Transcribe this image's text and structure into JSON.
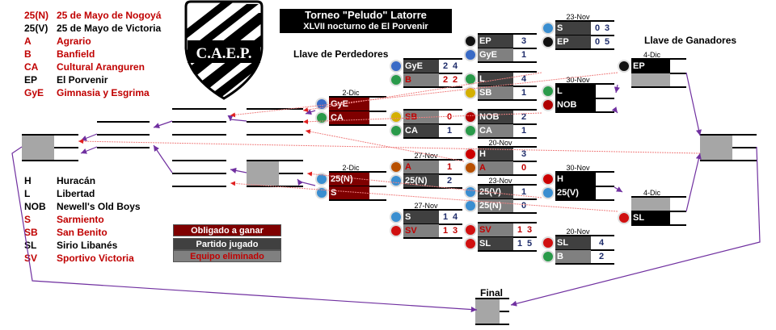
{
  "title": {
    "line1": "Torneo \"Peludo\" Latorre",
    "line2": "XLVII nocturno de El Porvenir"
  },
  "section_labels": {
    "losers": "Llave de Perdedores",
    "winners": "Llave de Ganadores",
    "final": "Final"
  },
  "logo": {
    "text": "C.A.E.P."
  },
  "teams_legend": [
    {
      "code": "25(N)",
      "name": "25 de Mayo de Nogoyá",
      "color": "#c00000"
    },
    {
      "code": "25(V)",
      "name": "25 de Mayo de Victoria",
      "color": "#000000"
    },
    {
      "code": "A",
      "name": "Agrario",
      "color": "#c00000"
    },
    {
      "code": "B",
      "name": "Banfield",
      "color": "#c00000"
    },
    {
      "code": "CA",
      "name": "Cultural Aranguren",
      "color": "#c00000"
    },
    {
      "code": "EP",
      "name": "El Porvenir",
      "color": "#000000"
    },
    {
      "code": "GyE",
      "name": "Gimnasia y Esgrima",
      "color": "#c00000"
    }
  ],
  "teams_legend_2": [
    {
      "code": "H",
      "name": "Huracán",
      "color": "#000000"
    },
    {
      "code": "L",
      "name": "Libertad",
      "color": "#000000"
    },
    {
      "code": "NOB",
      "name": "Newell's Old Boys",
      "color": "#000000"
    },
    {
      "code": "S",
      "name": "Sarmiento",
      "color": "#c00000"
    },
    {
      "code": "SB",
      "name": "San Benito",
      "color": "#c00000"
    },
    {
      "code": "SL",
      "name": "Sirio Libanés",
      "color": "#000000"
    },
    {
      "code": "SV",
      "name": "Sportivo Victoria",
      "color": "#c00000"
    }
  ],
  "key": {
    "must_win": "Obligado a ganar",
    "played": "Partido jugado",
    "eliminated": "Equipo eliminado"
  },
  "matches": {
    "m_23nov_top": {
      "date": "23-Nov",
      "t1": "S",
      "s1a": "0",
      "s1b": "3",
      "t2": "EP",
      "s2a": "0",
      "s2b": "5"
    },
    "m_ep_gye": {
      "date": "",
      "t1": "EP",
      "s1": "3",
      "t2": "GyE",
      "s2": "1"
    },
    "m_gye_b": {
      "date": "",
      "t1": "GyE",
      "s1a": "2",
      "s1b": "4",
      "t2": "B",
      "s2a": "2",
      "s2b": "2"
    },
    "m_l_sb": {
      "date": "",
      "t1": "L",
      "s1": "4",
      "t2": "SB",
      "s2": "1"
    },
    "m_sb_ca": {
      "date": "",
      "t1": "SB",
      "s1": "0",
      "t2": "CA",
      "s2": "1"
    },
    "m_nob_ca": {
      "date": "",
      "t1": "NOB",
      "s1": "2",
      "t2": "CA",
      "s2": "1"
    },
    "m_20nov_h_a": {
      "date": "20-Nov",
      "t1": "H",
      "s1": "3",
      "t2": "A",
      "s2": "0"
    },
    "m_27nov_a_25n": {
      "date": "27-Nov",
      "t1": "A",
      "s1": "1",
      "t2": "25(N)",
      "s2": "2"
    },
    "m_23nov_25v_25n": {
      "date": "23-Nov",
      "t1": "25(V)",
      "s1": "1",
      "t2": "25(N)",
      "s2": "0"
    },
    "m_27nov_s_sv": {
      "date": "27-Nov",
      "t1": "S",
      "s1a": "1",
      "s1b": "4",
      "t2": "SV",
      "s2a": "1",
      "s2b": "3"
    },
    "m_sv_sl": {
      "date": "",
      "t1": "SV",
      "s1a": "1",
      "s1b": "3",
      "t2": "SL",
      "s2a": "1",
      "s2b": "5"
    },
    "m_20nov_sl_b": {
      "date": "20-Nov",
      "t1": "SL",
      "s1": "4",
      "t2": "B",
      "s2": "2"
    },
    "m_30nov_l_nob": {
      "date": "30-Nov",
      "t1": "L",
      "t2": "NOB"
    },
    "m_30nov_h_25v": {
      "date": "30-Nov",
      "t1": "H",
      "t2": "25(V)"
    },
    "m_4dic_ep": {
      "date": "4-Dic",
      "t1": "EP",
      "t2": ""
    },
    "m_4dic_sl": {
      "date": "4-Dic",
      "t1": "",
      "t2": "SL"
    },
    "m_2dic_gye_ca": {
      "date": "2-Dic",
      "t1": "GyE",
      "t2": "CA"
    },
    "m_2dic_25n_s": {
      "date": "2-Dic",
      "t1": "25(N)",
      "t2": "S"
    }
  },
  "colors": {
    "must_win": "#7f0000",
    "played": "#404040",
    "eliminated": "#808080",
    "loser_red": "#c00000",
    "arrow": "#7030a0"
  }
}
